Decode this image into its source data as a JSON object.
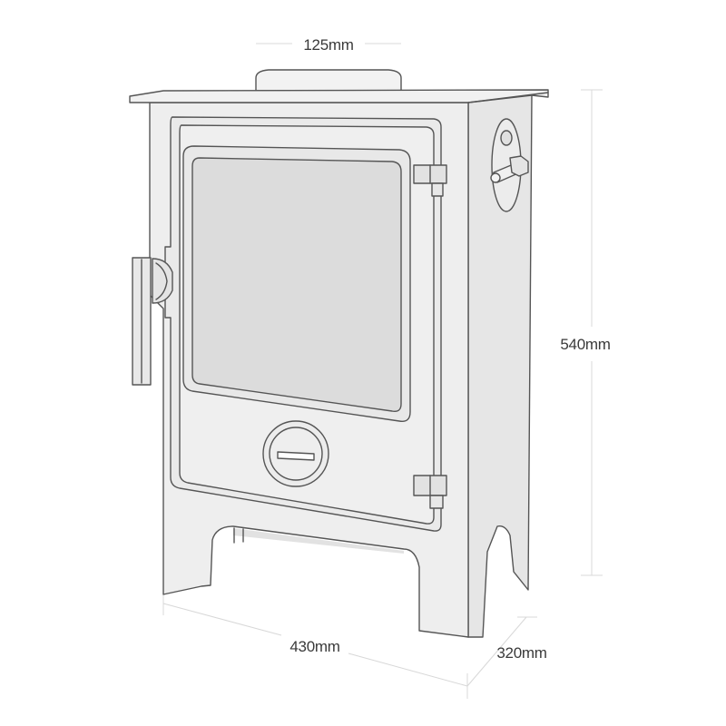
{
  "dimensions": {
    "flue_diameter": "125mm",
    "height": "540mm",
    "width": "430mm",
    "depth": "320mm"
  },
  "colors": {
    "body": "#eeeeee",
    "side": "#e6e6e6",
    "glass": "#dcdcdc",
    "outline": "#555555",
    "dimension_line": "#d8d8d8",
    "label": "#3a3a3a"
  }
}
